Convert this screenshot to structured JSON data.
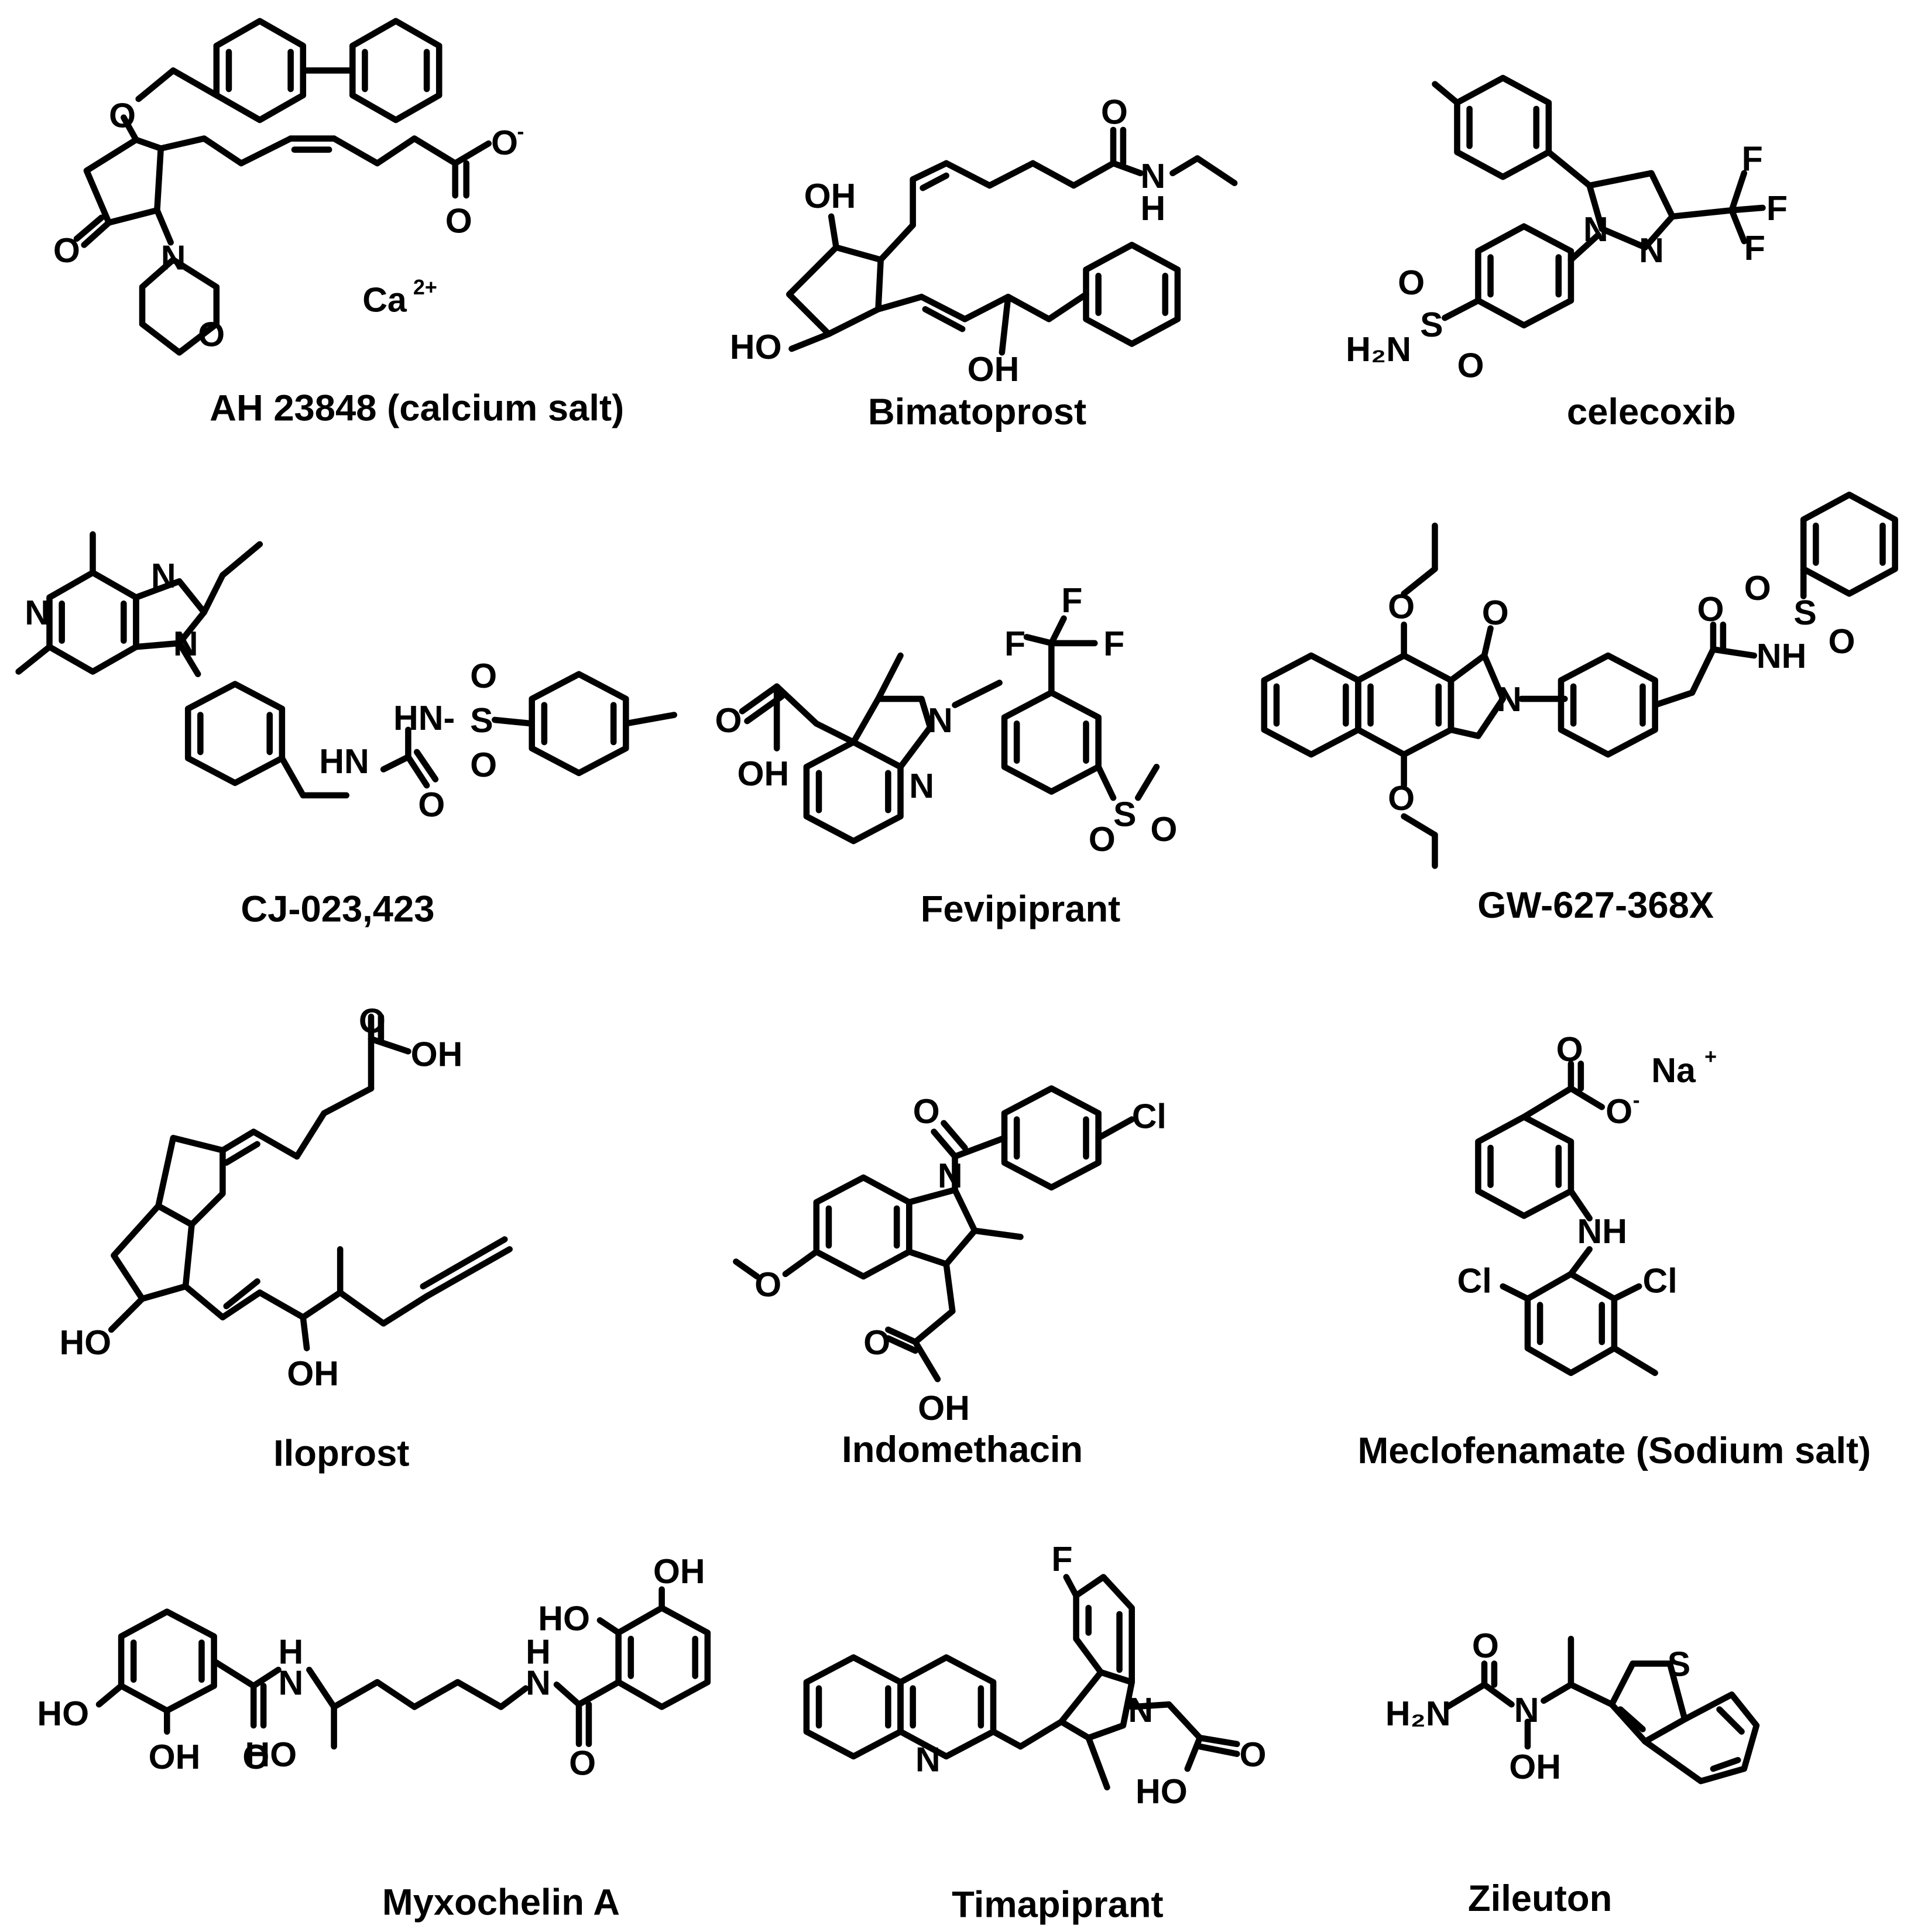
{
  "compounds": [
    {
      "name": "AH 23848 (calcium salt)"
    },
    {
      "name": "Bimatoprost"
    },
    {
      "name": "celecoxib"
    },
    {
      "name": "CJ-023,423"
    },
    {
      "name": "Fevipiprant"
    },
    {
      "name": "GW-627-368X"
    },
    {
      "name": "Iloprost"
    },
    {
      "name": "Indomethacin"
    },
    {
      "name": "Meclofenamate (Sodium salt)"
    },
    {
      "name": "Myxochelin A"
    },
    {
      "name": "Timapiprant"
    },
    {
      "name": "Zileuton"
    }
  ],
  "atoms": {
    "O": "O",
    "N": "N",
    "S": "S",
    "F": "F",
    "Cl": "Cl",
    "H": "H",
    "OH": "OH",
    "HO": "HO",
    "NH": "NH",
    "HN": "HN",
    "H2N": "H₂N",
    "HN-": "HN-",
    "Ca": "Ca",
    "Na": "Na",
    "charge_minus": "-",
    "charge_plus": "+",
    "charge_2plus": "2+"
  }
}
